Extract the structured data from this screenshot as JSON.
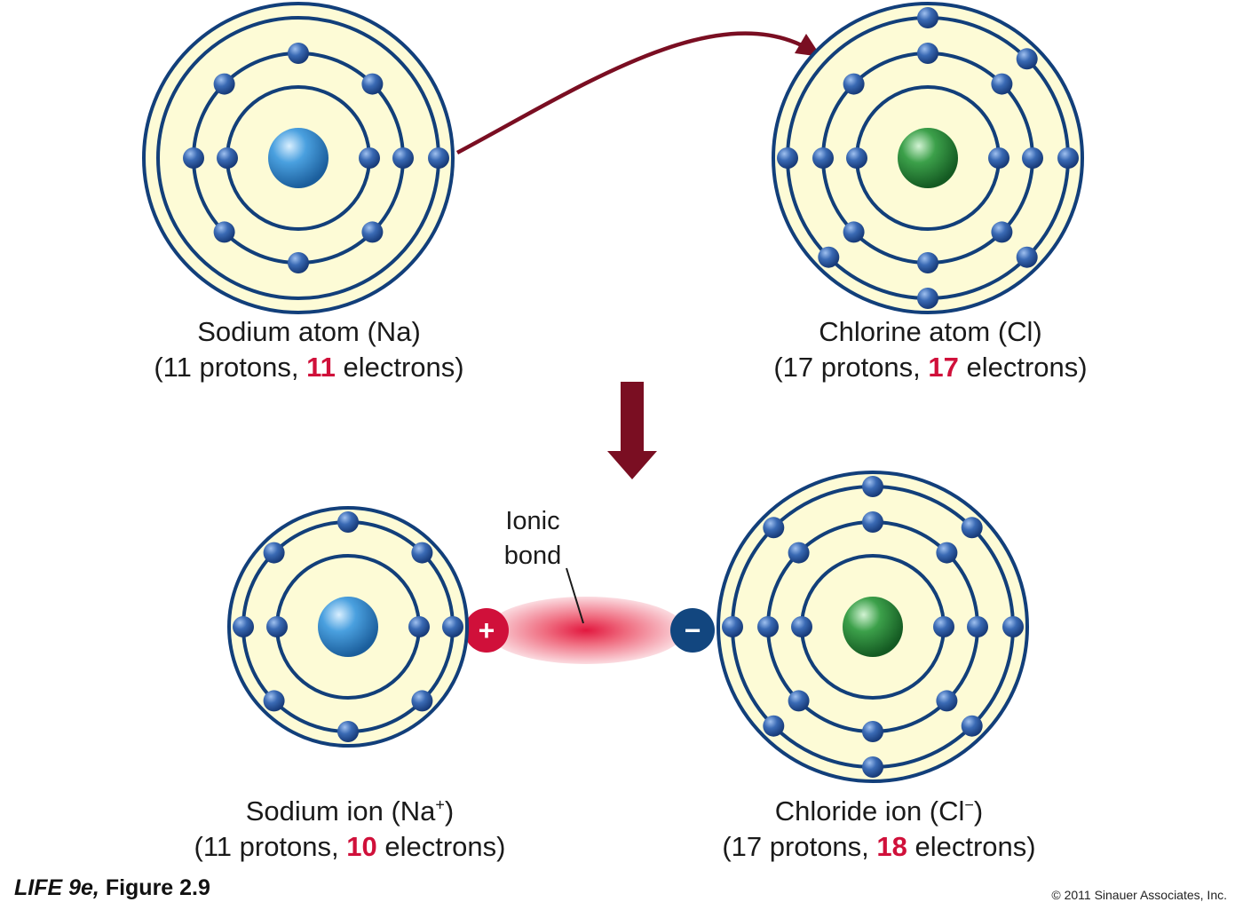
{
  "colors": {
    "shell_fill": "#fdfbd6",
    "orbit_stroke": "#123f7a",
    "electron": "#2f5fa8",
    "sodium_nucleus": "#3d8ed2",
    "chlorine_nucleus": "#2e8a3a",
    "arrow": "#7a0e22",
    "highlight_red": "#d0103a",
    "negative_badge": "#12467f"
  },
  "sodium_atom": {
    "name": "Sodium atom (Na)",
    "counts_prefix": "(11 protons, ",
    "electrons": "11",
    "counts_suffix": " electrons)",
    "electron_shells": [
      2,
      8,
      1
    ]
  },
  "chlorine_atom": {
    "name": "Chlorine atom (Cl)",
    "counts_prefix": "(17 protons, ",
    "electrons": "17",
    "counts_suffix": " electrons)",
    "electron_shells": [
      2,
      8,
      7
    ]
  },
  "sodium_ion": {
    "name_prefix": "Sodium ion (Na",
    "charge": "+",
    "name_suffix": ")",
    "counts_prefix": "(11 protons, ",
    "electrons": "10",
    "counts_suffix": " electrons)",
    "electron_shells": [
      2,
      8
    ]
  },
  "chloride_ion": {
    "name_prefix": "Chloride ion (Cl",
    "charge": "−",
    "name_suffix": ")",
    "counts_prefix": "(17 protons, ",
    "electrons": "18",
    "counts_suffix": " electrons)",
    "electron_shells": [
      2,
      8,
      8
    ]
  },
  "bond": {
    "label": "Ionic bond",
    "positive_sign": "+",
    "negative_sign": "−"
  },
  "figure_label": {
    "book": "LIFE 9e,",
    "figure": " Figure 2.9"
  },
  "copyright": "© 2011 Sinauer Associates, Inc."
}
